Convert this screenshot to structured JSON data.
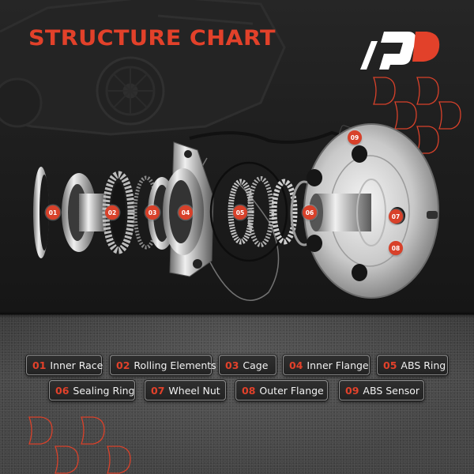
{
  "header": {
    "title": "STRUCTURE CHART"
  },
  "brand": {
    "logo_icon": "a-premium-ap-logo-icon",
    "accent_color": "#e2412a",
    "logo_white": "#ffffff"
  },
  "diagram": {
    "subject": "wheel hub bearing assembly (exploded view)",
    "badges": [
      {
        "id": "01",
        "part": "Inner Race"
      },
      {
        "id": "02",
        "part": "Rolling Elements"
      },
      {
        "id": "03",
        "part": "Cage"
      },
      {
        "id": "04",
        "part": "Inner Flange"
      },
      {
        "id": "05",
        "part": "ABS Ring"
      },
      {
        "id": "06",
        "part": "Sealing Ring"
      },
      {
        "id": "07",
        "part": "Wheel Nut"
      },
      {
        "id": "08",
        "part": "Outer Flange"
      },
      {
        "id": "09",
        "part": "ABS Sensor"
      }
    ]
  },
  "legend": {
    "row1": [
      {
        "num": "01",
        "label": "Inner Race"
      },
      {
        "num": "02",
        "label": "Rolling Elements"
      },
      {
        "num": "03",
        "label": "Cage"
      },
      {
        "num": "04",
        "label": "Inner Flange"
      },
      {
        "num": "05",
        "label": "ABS Ring"
      }
    ],
    "row2": [
      {
        "num": "06",
        "label": "Sealing Ring"
      },
      {
        "num": "07",
        "label": "Wheel Nut"
      },
      {
        "num": "08",
        "label": "Outer Flange"
      },
      {
        "num": "09",
        "label": "ABS Sensor"
      }
    ]
  },
  "colors": {
    "badge": "#d8412a",
    "pill_border": "#8a8a8a",
    "pill_bg": "#282828",
    "background": "#1d1d1d",
    "floor": "#474747"
  }
}
